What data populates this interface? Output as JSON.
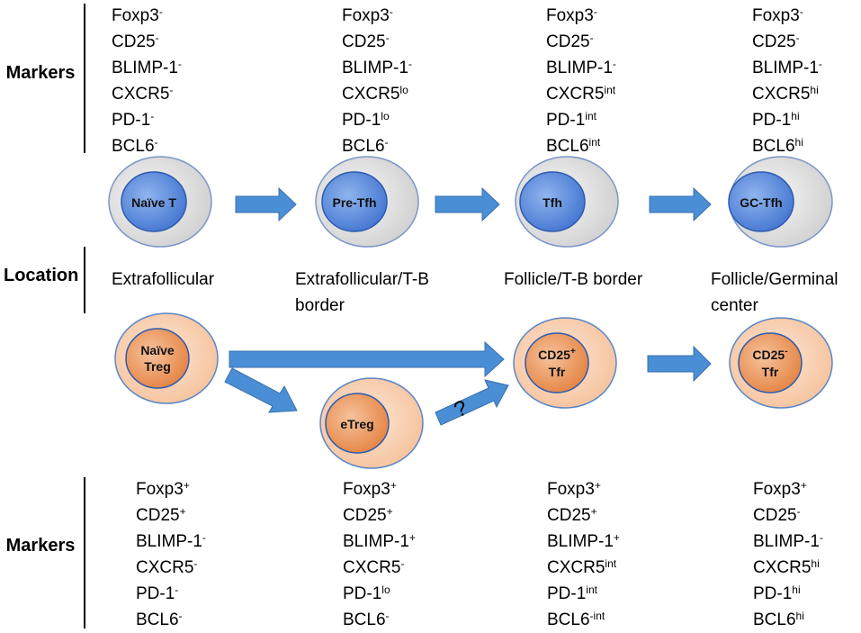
{
  "labels": {
    "markers_top": "Markers",
    "location": "Location",
    "markers_bottom": "Markers"
  },
  "tfh_markers": [
    [
      [
        "Foxp3",
        "-"
      ],
      [
        "CD25",
        "-"
      ],
      [
        "BLIMP-1",
        "-"
      ],
      [
        "CXCR5",
        "-"
      ],
      [
        "PD-1",
        "-"
      ],
      [
        "BCL6",
        "-"
      ]
    ],
    [
      [
        "Foxp3",
        "-"
      ],
      [
        "CD25",
        "-"
      ],
      [
        "BLIMP-1",
        "-"
      ],
      [
        "CXCR5",
        "lo"
      ],
      [
        "PD-1",
        "lo"
      ],
      [
        "BCL6",
        "-"
      ]
    ],
    [
      [
        "Foxp3",
        "-"
      ],
      [
        "CD25",
        "-"
      ],
      [
        "BLIMP-1",
        "-"
      ],
      [
        "CXCR5",
        "int"
      ],
      [
        "PD-1",
        "int"
      ],
      [
        "BCL6",
        "int"
      ]
    ],
    [
      [
        "Foxp3",
        "-"
      ],
      [
        "CD25",
        "-"
      ],
      [
        "BLIMP-1",
        "-"
      ],
      [
        "CXCR5",
        "hi"
      ],
      [
        "PD-1",
        "hi"
      ],
      [
        "BCL6",
        "hi"
      ]
    ]
  ],
  "tfr_markers": [
    [
      [
        "Foxp3",
        "+"
      ],
      [
        "CD25",
        "+"
      ],
      [
        "BLIMP-1",
        "-"
      ],
      [
        "CXCR5",
        "-"
      ],
      [
        "PD-1",
        "-"
      ],
      [
        "BCL6",
        "-"
      ]
    ],
    [
      [
        "Foxp3",
        "+"
      ],
      [
        "CD25",
        "+"
      ],
      [
        "BLIMP-1",
        "+"
      ],
      [
        "CXCR5",
        "-"
      ],
      [
        "PD-1",
        "lo"
      ],
      [
        "BCL6",
        "-"
      ]
    ],
    [
      [
        "Foxp3",
        "+"
      ],
      [
        "CD25",
        "+"
      ],
      [
        "BLIMP-1",
        "+"
      ],
      [
        "CXCR5",
        "int"
      ],
      [
        "PD-1",
        "int"
      ],
      [
        "BCL6",
        "-int"
      ]
    ],
    [
      [
        "Foxp3",
        "+"
      ],
      [
        "CD25",
        "-"
      ],
      [
        "BLIMP-1",
        "-"
      ],
      [
        "CXCR5",
        "hi"
      ],
      [
        "PD-1",
        "hi"
      ],
      [
        "BCL6",
        "hi"
      ]
    ]
  ],
  "locations": [
    [
      "Extrafollicular"
    ],
    [
      "Extrafollicular/T-B",
      "border"
    ],
    [
      "Follicle/T-B border"
    ],
    [
      "Follicle/Germinal",
      "center"
    ]
  ],
  "tfh_cells": [
    "Naïve T",
    "Pre-Tfh",
    "Tfh",
    "GC-Tfh"
  ],
  "tfr_cells": {
    "naive_treg": [
      "Naïve",
      "Treg"
    ],
    "etreg": "eTreg",
    "cd25pos_tfr": {
      "name": "CD25",
      "sup": "+",
      "line2": "Tfr"
    },
    "cd25neg_tfr": {
      "name": "CD25",
      "sup": "-",
      "line2": "Tfr"
    }
  },
  "uncertain_mark": "?",
  "colors": {
    "tfh_outer": "#d4d4d4",
    "tfh_nucleus": "#4a7ed6",
    "tfr_outer": "#f7c9a6",
    "tfr_nucleus": "#ea8a4a",
    "arrow": "#4a8fd6"
  }
}
